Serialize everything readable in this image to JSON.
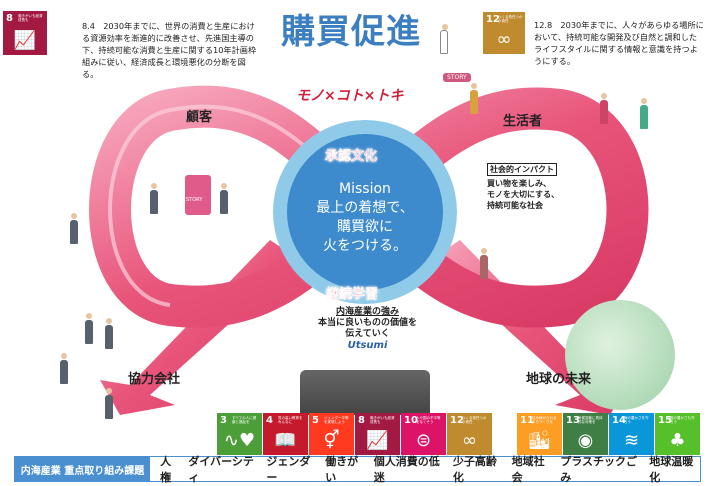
{
  "title": "購買促進",
  "tagline": "モノ×コト×トキ",
  "goal_left": {
    "num": "8",
    "label": "働きがいも経済成長も",
    "text": "8.4　2030年までに、世界の消費と生産における資源効率を漸進的に改善させ、先進国主導の下、持続可能な消費と生産に関する10年計画枠組みに従い、経済成長と環境悪化の分断を図る。",
    "color": "#a21942"
  },
  "goal_right": {
    "num": "12",
    "label": "つくる責任つかう責任",
    "text": "12.8　2030年までに、人々があらゆる場所において、持続可能な開発及び自然と調和したライフスタイルに関する情報と意識を持つようにする。",
    "color": "#bf8b2e"
  },
  "labels": {
    "customer": "顧客",
    "consumer": "生活者",
    "partner": "協力会社",
    "earth": "地球の未来",
    "story": "STORY",
    "story2": "STORY"
  },
  "social_impact": {
    "heading": "社会的インパクト",
    "lines": [
      "買い物を楽しみ、",
      "モノを大切にする、",
      "持続可能な社会"
    ]
  },
  "mission": {
    "top": "承認文化",
    "bottom": "継続学習",
    "title": "Mission",
    "lines": [
      "最上の着想で、",
      "購買欲に",
      "火をつける。"
    ]
  },
  "strength": {
    "heading": "内海産業の強み",
    "lines": [
      "本当に良いものの価値を",
      "伝えていく"
    ],
    "logo": "Utsumi"
  },
  "sdgs": [
    {
      "num": "3",
      "label": "すべての人に健康と福祉を",
      "icon": "heartbeat-icon",
      "glyph": "∿♥",
      "color": "#4c9f38"
    },
    {
      "num": "4",
      "label": "質の高い教育をみんなに",
      "icon": "book-icon",
      "glyph": "📖",
      "color": "#c5192d"
    },
    {
      "num": "5",
      "label": "ジェンダー平等を実現しよう",
      "icon": "gender-icon",
      "glyph": "⚥",
      "color": "#ff3a21"
    },
    {
      "num": "8",
      "label": "働きがいも経済成長も",
      "icon": "growth-chart-icon",
      "glyph": "📈",
      "color": "#a21942"
    },
    {
      "num": "10",
      "label": "人や国の不平等をなくそう",
      "icon": "equality-icon",
      "glyph": "⊜",
      "color": "#dd1367"
    },
    {
      "num": "12",
      "label": "つくる責任つかう責任",
      "icon": "infinity-icon",
      "glyph": "∞",
      "color": "#bf8b2e"
    },
    {
      "num": "11",
      "label": "住み続けられるまちづくりを",
      "icon": "city-icon",
      "glyph": "🏙",
      "color": "#fd9d24"
    },
    {
      "num": "13",
      "label": "気候変動に具体的な対策を",
      "icon": "eye-globe-icon",
      "glyph": "◉",
      "color": "#3f7e44"
    },
    {
      "num": "14",
      "label": "海の豊かさを守ろう",
      "icon": "fish-icon",
      "glyph": "≋",
      "color": "#0a97d9"
    },
    {
      "num": "15",
      "label": "陸の豊かさも守ろう",
      "icon": "tree-icon",
      "glyph": "♣",
      "color": "#56c02b"
    }
  ],
  "priority": {
    "heading": "内海産業 重点取り組み課題",
    "items": [
      "人権",
      "ダイバーシティ",
      "ジェンダー",
      "働きがい",
      "個人消費の低迷",
      "少子高齢化",
      "地域社会",
      "プラスチックごみ",
      "地球温暖化"
    ]
  },
  "colors": {
    "ribbon": "#e8547a",
    "blue": "#3c7fc0",
    "red": "#d2203c"
  }
}
